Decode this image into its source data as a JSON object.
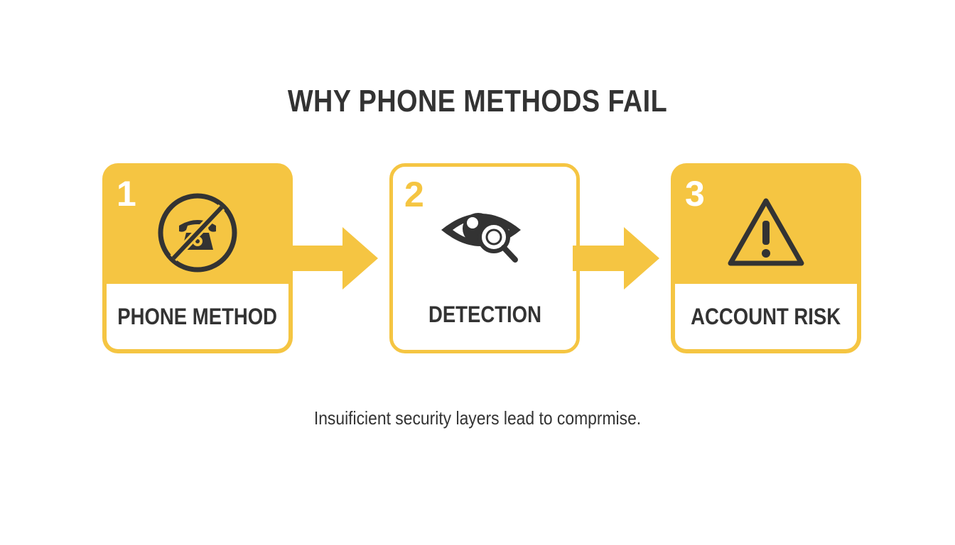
{
  "title": "WHY PHONE METHODS FAIL",
  "steps": [
    {
      "number": "1",
      "label": "PHONE METHOD",
      "icon": "no-phone-icon"
    },
    {
      "number": "2",
      "label": "DETECTION",
      "icon": "eye-magnifier-icon"
    },
    {
      "number": "3",
      "label": "ACCOUNT RISK",
      "icon": "warning-triangle-icon"
    }
  ],
  "caption": "Insuificient security layers lead to comprmise.",
  "colors": {
    "accent": "#f5c542",
    "text": "#333333",
    "background": "#ffffff"
  }
}
